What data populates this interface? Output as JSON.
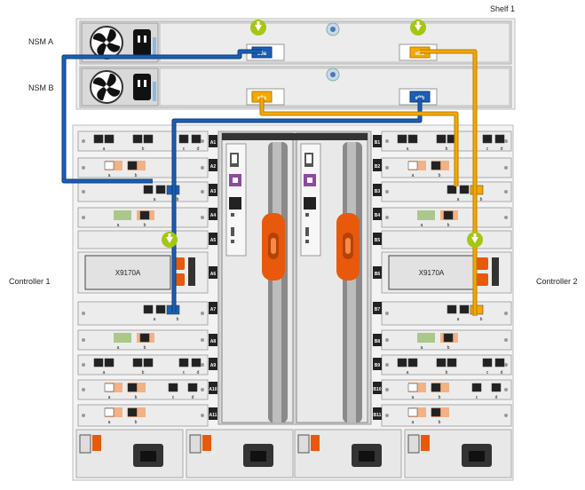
{
  "labels": {
    "shelf": "Shelf 1",
    "nsm_a": "NSM A",
    "nsm_b": "NSM B",
    "controller_1": "Controller 1",
    "controller_2": "Controller 2"
  },
  "ports": {
    "nsm_a_left": "e0a",
    "nsm_a_right": "e0b",
    "nsm_b_left": "e0a",
    "nsm_b_right": "e0b"
  },
  "module_name": "X9170A",
  "slot_labels_left": [
    "A1",
    "A2",
    "A3",
    "A4",
    "A5",
    "A6",
    "A7",
    "A8",
    "A9",
    "A10",
    "A11"
  ],
  "slot_labels_right": [
    "B1",
    "B2",
    "B3",
    "B4",
    "B5",
    "B6",
    "B7",
    "B8",
    "B9",
    "B10",
    "B11"
  ],
  "port_letters": {
    "a": "a",
    "b": "b",
    "c": "c",
    "d": "d"
  },
  "colors": {
    "cable_blue": "#1a5fb4",
    "cable_orange": "#f5a800",
    "highlight_green": "#aac88a",
    "highlight_peach": "#f4b183",
    "arrow_green": "#a4c614",
    "nic_purple": "#8e4b9e",
    "latch_orange": "#e8590c"
  },
  "icons": [
    "fan-icon",
    "power-socket-icon",
    "arrow-down-icon",
    "usb-icon",
    "ethernet-icon",
    "console-icon",
    "latch-icon"
  ]
}
